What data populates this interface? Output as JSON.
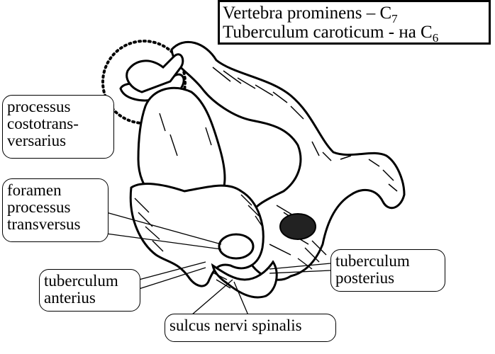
{
  "title": {
    "line1_text": "Vertebra prominens – C",
    "line1_sub": "7",
    "line2_text": "Tuberculum caroticum - на C",
    "line2_sub": "6"
  },
  "labels": {
    "costotransversarius": [
      "processus",
      "costotrans-",
      "versarius"
    ],
    "foramen": [
      "foramen",
      "processus",
      "transversus"
    ],
    "tuberculum_anterius": [
      "tuberculum",
      "anterius"
    ],
    "tuberculum_posterius": [
      "tuberculum",
      "posterius"
    ],
    "sulcus": [
      "sulcus nervi spinalis"
    ]
  },
  "colors": {
    "ink": "#000000",
    "paper": "#ffffff"
  }
}
